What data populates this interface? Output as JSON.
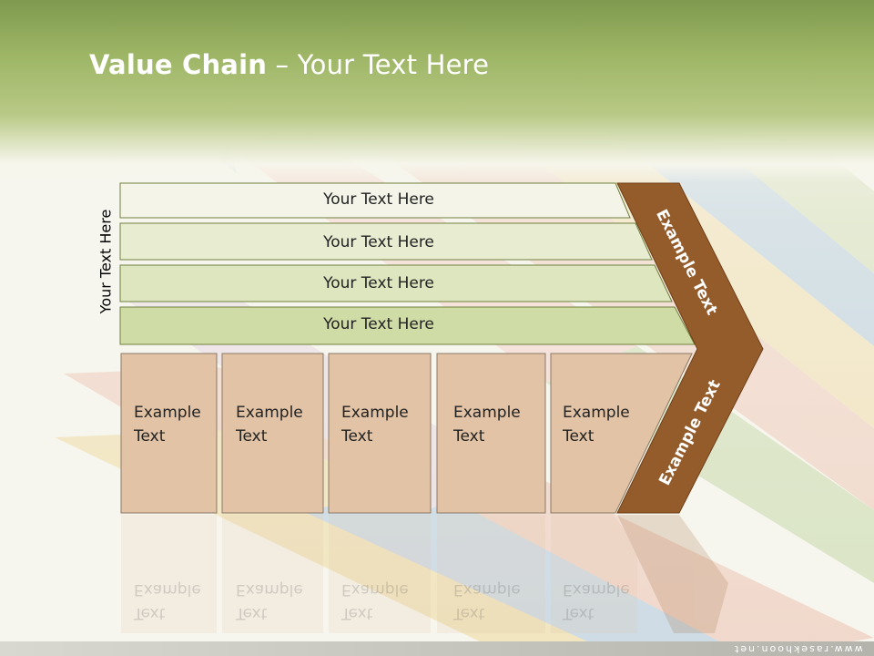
{
  "slide": {
    "title_main": "Value Chain",
    "title_rest": " – Your Text Here",
    "side_label": "Your Text Here"
  },
  "support_rows": [
    {
      "label": "Your Text Here",
      "fill": "#f4f5e8"
    },
    {
      "label": "Your Text Here",
      "fill": "#e8edd2"
    },
    {
      "label": "Your Text Here",
      "fill": "#dde6be"
    },
    {
      "label": "Your Text Here",
      "fill": "#d0dca6"
    }
  ],
  "primary_boxes": [
    {
      "line1": "Example",
      "line2": "Text"
    },
    {
      "line1": "Example",
      "line2": "Text"
    },
    {
      "line1": "Example",
      "line2": "Text"
    },
    {
      "line1": "Example",
      "line2": "Text"
    },
    {
      "line1": "Example",
      "line2": "Text"
    }
  ],
  "chevron": {
    "upper_label": "Example Text",
    "lower_label": "Example Text",
    "fill": "#955c2b"
  },
  "footer": {
    "url": "www.rasekhoon.net"
  },
  "colors": {
    "header_green": "#8fa85b",
    "box_fill": "#e2c3a5",
    "box_border": "#8a7a66",
    "row_border": "#6f8040"
  }
}
